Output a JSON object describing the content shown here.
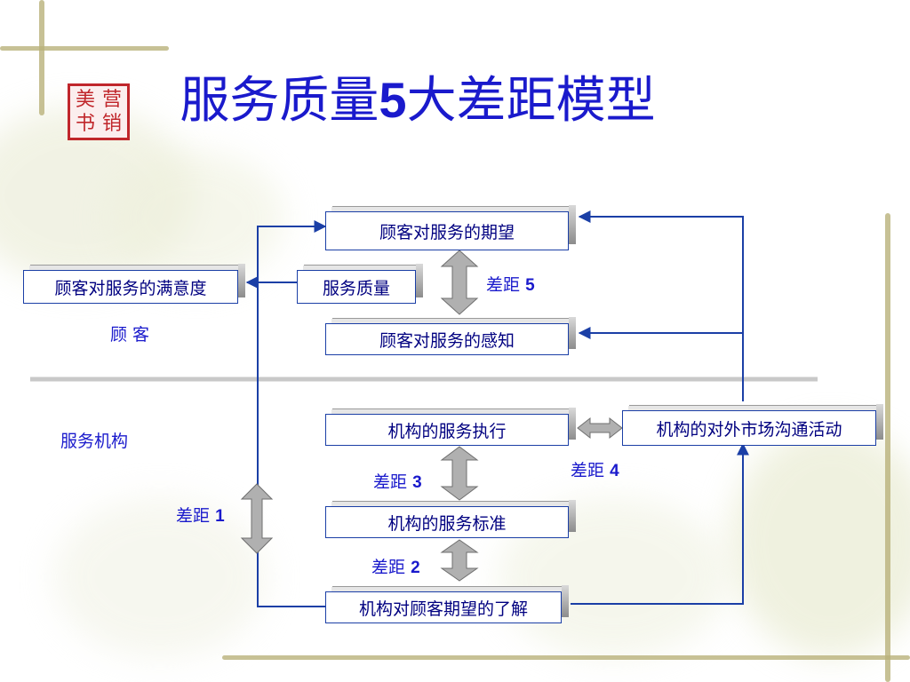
{
  "title": {
    "main": "服务质量",
    "number": "5",
    "rest": "大差距模型"
  },
  "boxes": {
    "expectation": "顾客对服务的期望",
    "satisfaction": "顾客对服务的满意度",
    "quality": "服务质量",
    "perception": "顾客对服务的感知",
    "delivery": "机构的服务执行",
    "marketing": "机构的对外市场沟通活动",
    "standards": "机构的服务标准",
    "understanding": "机构对顾客期望的了解"
  },
  "gaps": {
    "gap1": {
      "text": "差距",
      "num": "1"
    },
    "gap2": {
      "text": "差距",
      "num": "2"
    },
    "gap3": {
      "text": "差距",
      "num": "3"
    },
    "gap4": {
      "text": "差距",
      "num": "4"
    },
    "gap5": {
      "text": "差距",
      "num": "5"
    }
  },
  "sections": {
    "customer": "顾 客",
    "organization": "服务机构"
  },
  "seal": {
    "text": [
      "美",
      "营",
      "销",
      "书"
    ]
  },
  "colors": {
    "title": "#1a1acc",
    "box_text": "#000080",
    "line": "#1b3fa6",
    "divider": "#c8c8c8",
    "seal": "#c0262b"
  }
}
